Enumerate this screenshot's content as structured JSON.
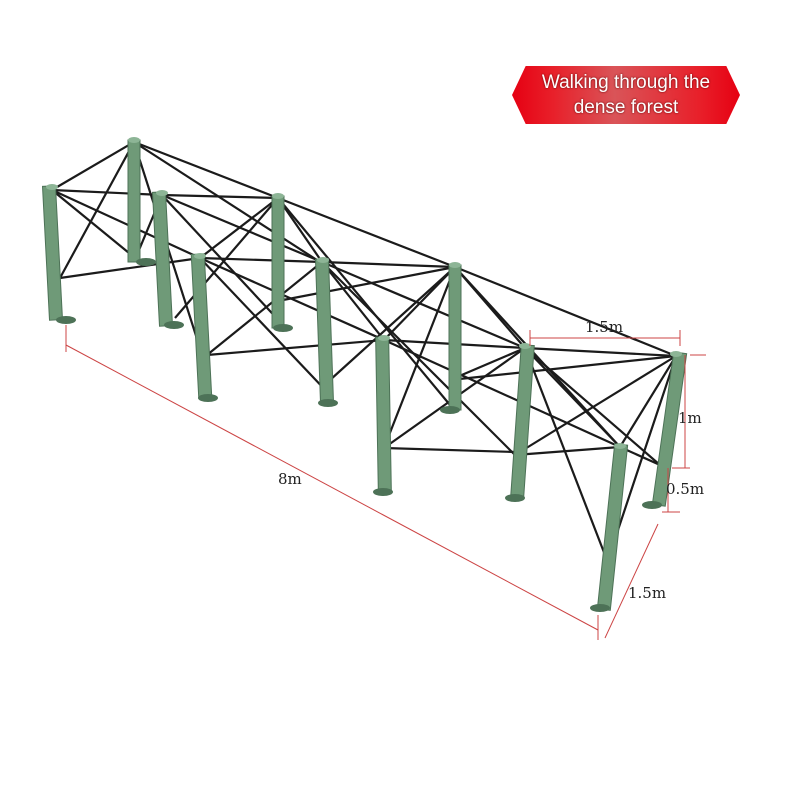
{
  "badge": {
    "line1": "Walking through the",
    "line2": "dense forest"
  },
  "dimensions": {
    "length": "8m",
    "top_width": "1.5m",
    "side_width": "1.5m",
    "upper_height": "1m",
    "lower_height": "0.5m"
  },
  "colors": {
    "post": "#6f9a78",
    "rope": "#1b1b1b",
    "dimension_line": "#cc4444",
    "badge": "#e60012"
  },
  "icons": [
    "rope-frame-structure-icon"
  ]
}
